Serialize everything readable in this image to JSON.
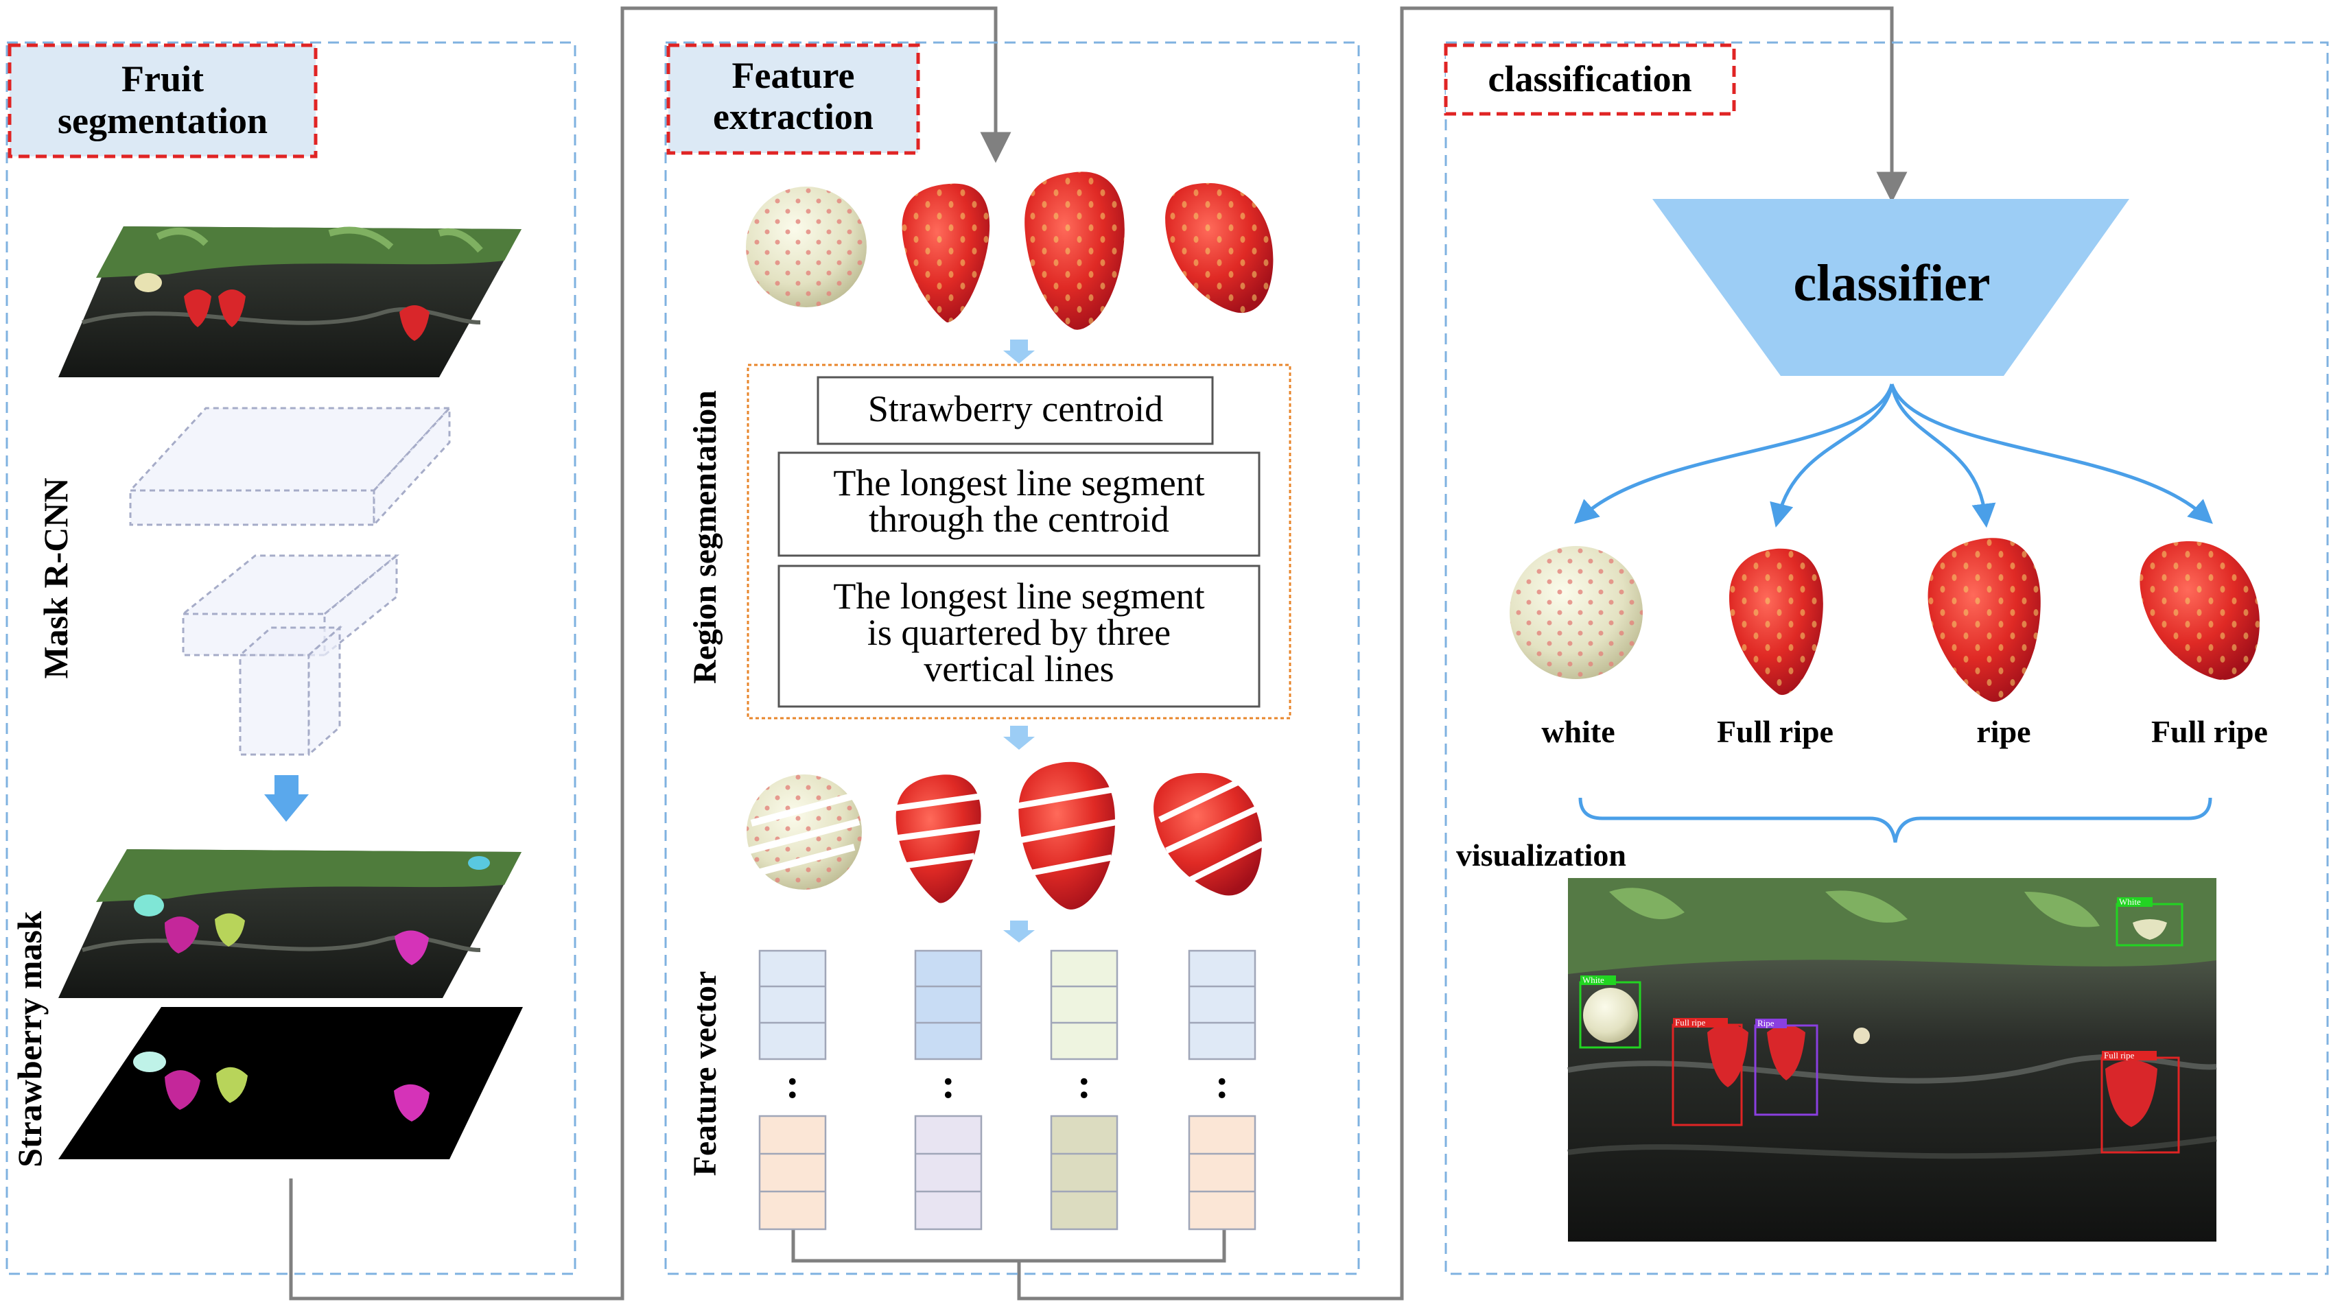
{
  "panels": {
    "segmentation": {
      "title_line1": "Fruit",
      "title_line2": "segmentation",
      "model_label": "Mask R-CNN",
      "mask_label": "Strawberry mask"
    },
    "feature": {
      "title_line1": "Feature",
      "title_line2": "extraction",
      "region_label": "Region segmentation",
      "steps": [
        {
          "lines": [
            "Strawberry centroid"
          ]
        },
        {
          "lines": [
            "The longest line segment",
            "through the centroid"
          ]
        },
        {
          "lines": [
            "The longest line segment",
            "is quartered by three",
            "vertical lines"
          ]
        }
      ],
      "vector_label": "Feature vector",
      "ellipsis": ":"
    },
    "classification": {
      "title": "classification",
      "classifier_label": "classifier",
      "classes": [
        "white",
        "Full ripe",
        "ripe",
        "Full ripe"
      ],
      "visualization_label": "visualization",
      "detection_tags": [
        "White",
        "Full ripe",
        "Ripe",
        "Full ripe"
      ]
    }
  },
  "colors": {
    "panel_border": "#7fb2e0",
    "title_border": "#e02424",
    "title_fill": "#dce9f5",
    "arrow_blue": "#5aa8ec",
    "classifier_fill": "#9ccdf5",
    "connector_gray": "#808080",
    "region_border": "#e8862b",
    "strawberry_red": "#d9262a",
    "white_berry": "#e6e6c8"
  },
  "icons": {
    "down_arrow": "down-arrow-icon",
    "brace": "curly-brace-icon",
    "strawberry": "strawberry-icon"
  }
}
